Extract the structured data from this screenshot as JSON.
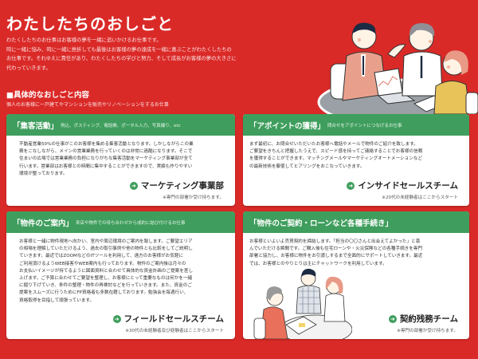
{
  "page": {
    "title": "わたしたちのおしごと",
    "intro": [
      "わたくしたちのお仕事はお客様の夢を一緒に追いかけるお仕事です。",
      "時に一緒に悩み、時に一緒に挫折しても最後はお客様の夢の達成を一緒に喜ぶことがわたくしたちの",
      "お仕事です。それゆえに責任があり、わたくしたちの学びと努力、そして成長がお客様の夢の大きさに",
      "代わっていきます。"
    ],
    "section_title": "■具体的なおしごと内容",
    "section_subtitle": "個人のお客様に一戸建てやマンションを販売やリノベーションをするお仕事",
    "hero_image": "business-meeting-illustration"
  },
  "colors": {
    "background": "#da2a28",
    "card_header": "#3f9e5d",
    "card_bg": "#ffffff",
    "text_dark": "#222222"
  },
  "cards": [
    {
      "title": "「集客活動」",
      "description": "飛込、ポスティング、電話帳、ポータル入力、写真撮り、etc",
      "body": [
        "不動産営業50%の仕事がこのお客様を集める集客活動となります。しかしながらこの業",
        "務をこなしながら、メインの営業業務を行っていくのは非常に過酷になります。そこで",
        "住まいの広場では営業業務の負担になりがちな集客活動をマーケティング事業部が全て",
        "行います。営業部はお客様との時間に集中することができますので、実績も作りやすい",
        "環境が整っております。"
      ],
      "team_icon": "arrow-right-circle-icon",
      "team": "マーケティング事業部",
      "note": "※専門の部署か受け持ちます。"
    },
    {
      "title": "「アポイントの獲得」",
      "description": "問合せをアポイントにつなげるお仕事",
      "body": [
        "まず最初に、お問合せいただいたお客様へ電話やメールで物件のご紹介を致します。",
        "ご要望をきちんと把握したうえで、スピード感を持ってご連絡することでお客様の信頼",
        "を獲得することができます。マッチングメールやマーケティングオートメーションなど",
        "の最新技術を駆使してヒアリングをおこなっていきます。"
      ],
      "team_icon": "arrow-right-circle-icon",
      "team": "インサイドセールスチーム",
      "note": "※20代の未経験者はここからスタート"
    },
    {
      "title": "「物件のご案内」",
      "description": "来店や物件での待ち合わせから成約に結び付けるお仕事",
      "body": [
        "お客様と一緒に物件現地へ向かい、室内や周辺環境のご案内を致します。ご要望エリア",
        "の相場を理解していただけるよう、過去の取引事例や他の物件とも比較をしてご説明し",
        "ていきます。最近ではZOOMなどのITツールを利用して、遠方のお客様がお気軽に",
        "ご利用頂けるようWEB接客やWEB案内も行っております。物件のご案内後は月々の",
        "お支払いイメージが持てるように図面資料と合わせて具体的な資金計画のご提案を差し",
        "上げます。ご予算に合わせてご要望を整理し、お客様にとって重要なものは何かを一緒",
        "に掘り下げていき、条件の整理・物件の再検討などを行っていきます。また、資金のご",
        "提案をスムーズに行うためにFP資格者も多数在籍しております。勉強会を毎週行い、",
        "資格取得を目指して頑張っています。"
      ],
      "team_icon": "arrow-right-circle-icon",
      "team": "フィールドセールスチーム",
      "note": "※30代の未経験者及び経験者はここからスタート"
    },
    {
      "title": "「物件のご契約・ローンなど各種手続き」",
      "description": "",
      "body": [
        "お客様といよいよ売買契約を締結します。「担当の〇〇さんと出会えてよかった」と喜",
        "んでいただける瞬間です。ご購入後も住宅ローンや・火災保険などの各種手続きを専門",
        "部署と協力し、お客様に物件をお引渡しするまで全面的にサポートしていきます。最近",
        "では、お客様とのやりとりは主にチャットワークを利用しています。"
      ],
      "illustration": "consultation-illustration",
      "team_icon": "arrow-right-circle-icon",
      "team": "契約残務チーム",
      "note": "※専門の部署か受け持ちます。"
    }
  ]
}
